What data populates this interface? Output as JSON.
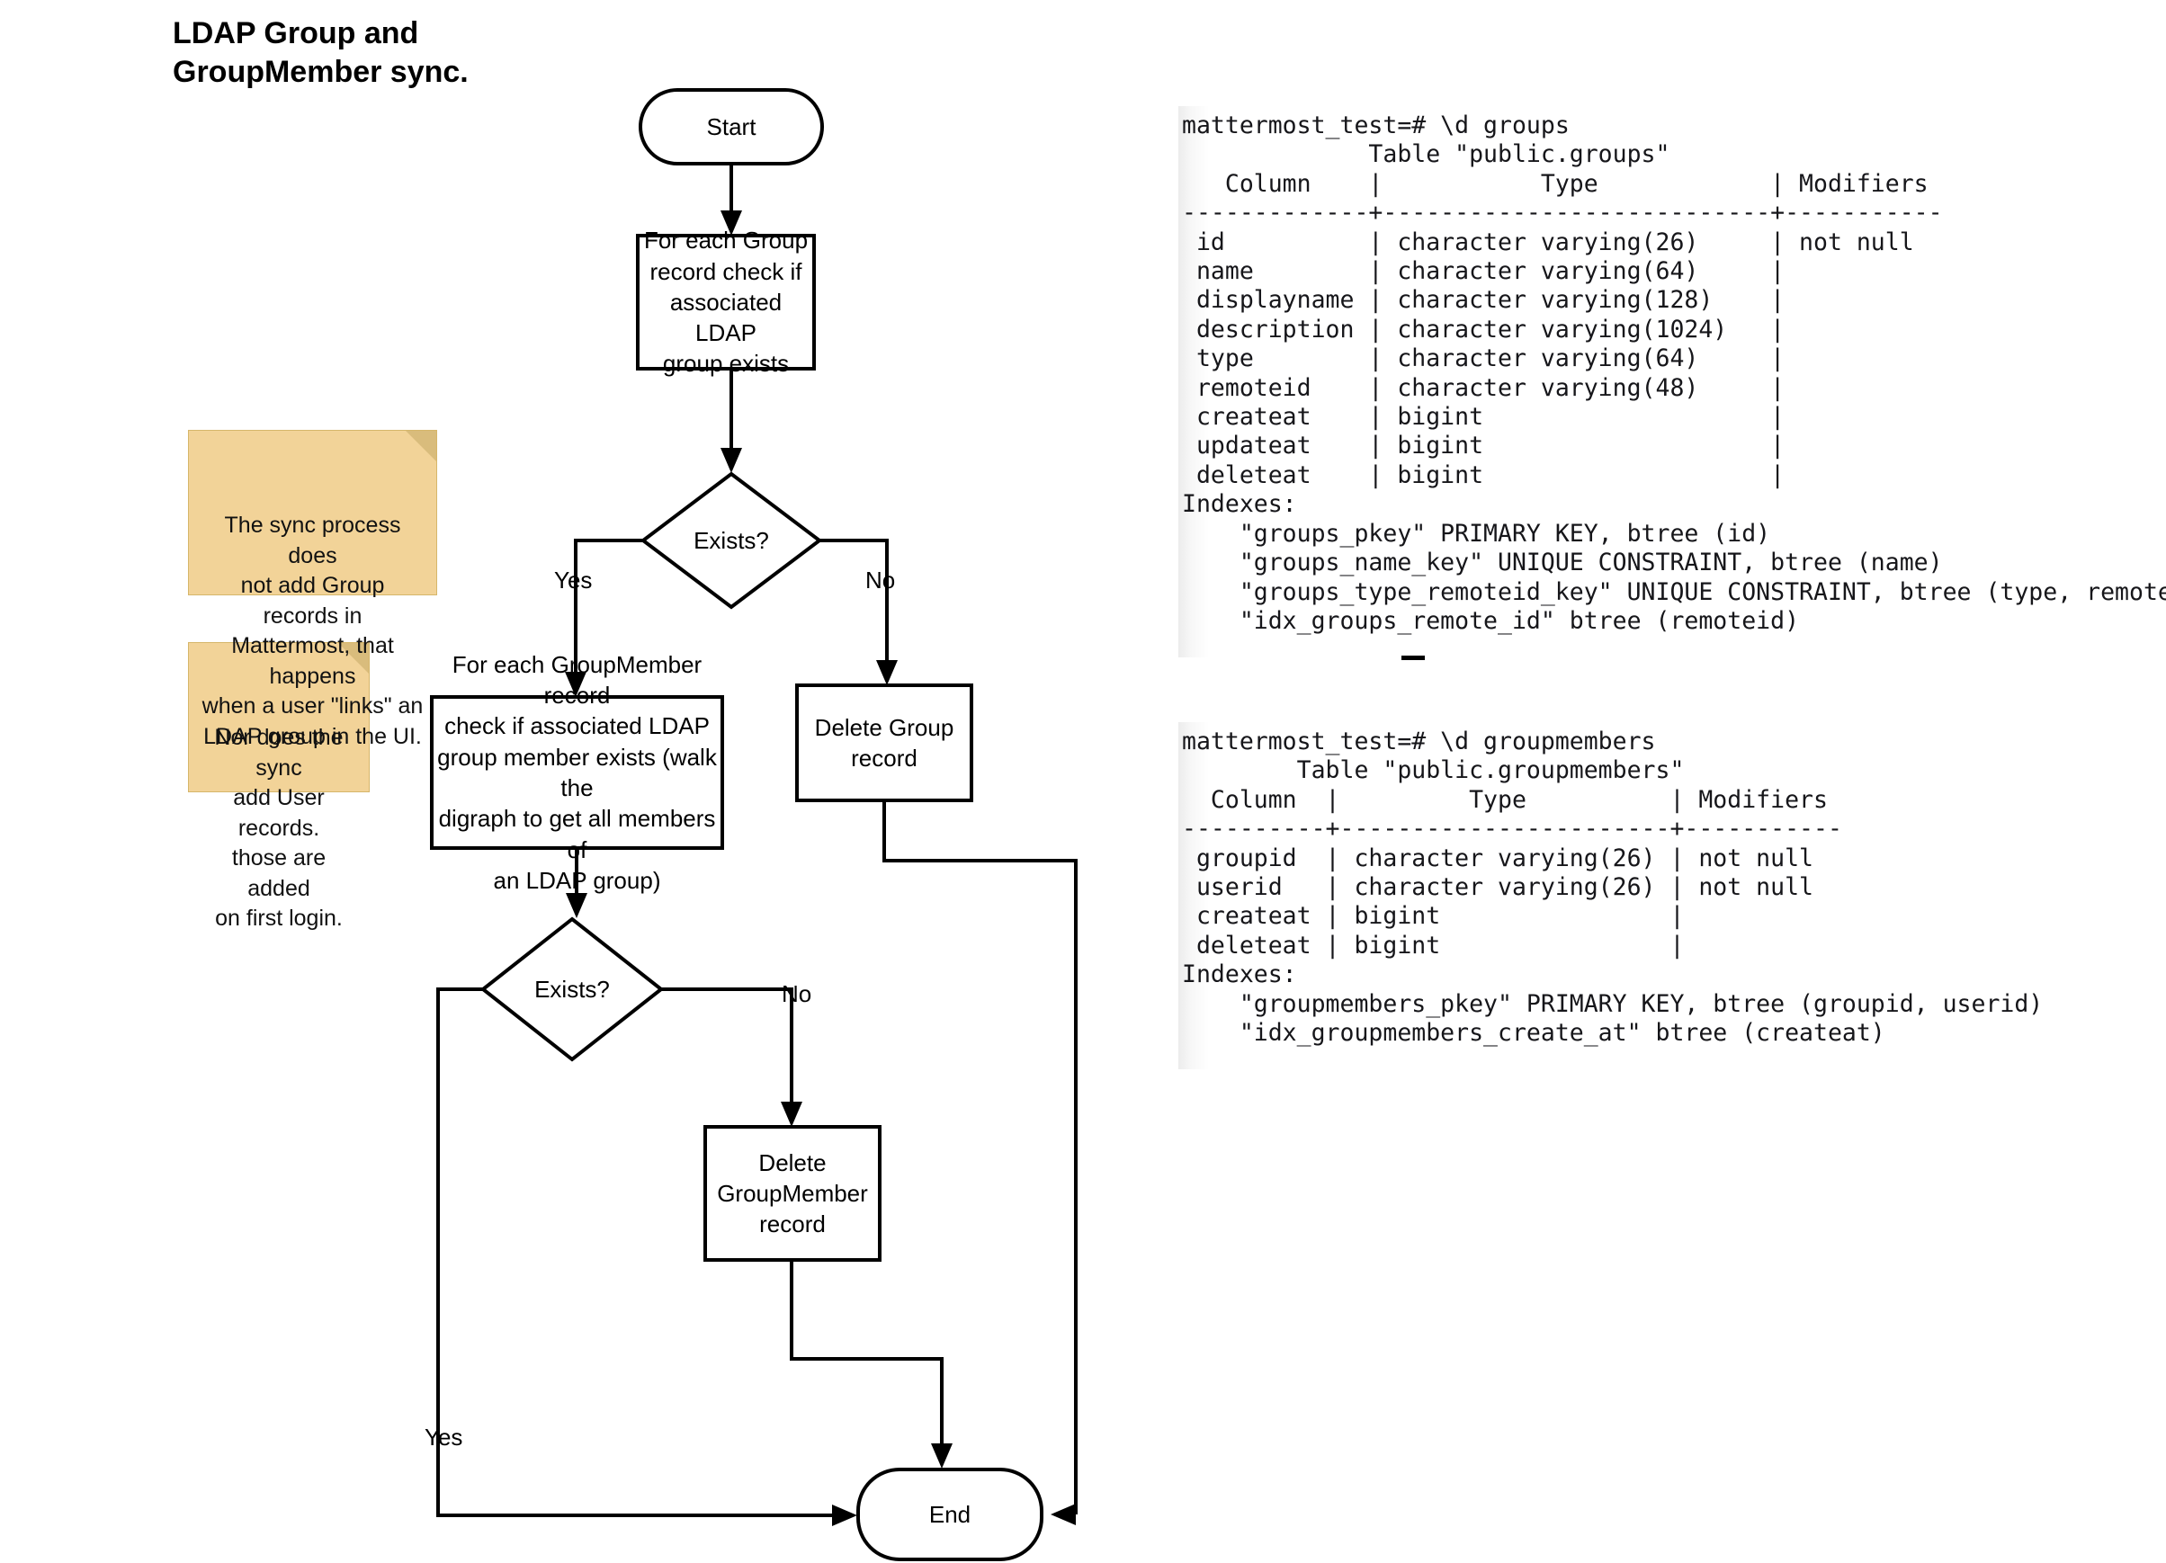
{
  "title": "LDAP Group and\nGroupMember sync.",
  "flowchart": {
    "nodes": {
      "start": {
        "label": "Start",
        "shape": "terminator"
      },
      "check_group": {
        "label": "For each Group\nrecord check if\nassociated LDAP\ngroup exists",
        "shape": "process"
      },
      "exists_group": {
        "label": "Exists?",
        "shape": "decision"
      },
      "check_groupmember": {
        "label": "For each GroupMember record\ncheck if associated LDAP\ngroup member exists (walk the\ndigraph to get all members of\nan LDAP group)",
        "shape": "process"
      },
      "delete_group": {
        "label": "Delete Group\nrecord",
        "shape": "process"
      },
      "exists_member": {
        "label": "Exists?",
        "shape": "decision"
      },
      "delete_groupmember": {
        "label": "Delete\nGroupMember\nrecord",
        "shape": "process"
      },
      "end": {
        "label": "End",
        "shape": "terminator"
      }
    },
    "edge_labels": {
      "group_yes": "Yes",
      "group_no": "No",
      "member_no": "No",
      "member_yes": "Yes"
    }
  },
  "notes": [
    {
      "text": "The sync process does\nnot add Group records in\nMattermost, that happens\nwhen a user \"links\" an\nLDAP group in the UI."
    },
    {
      "text": "Nor does the sync\nadd User records.\nthose are added\non first login."
    }
  ],
  "terminals": [
    {
      "name": "groups-table",
      "text": "mattermost_test=# \\d groups\n             Table \"public.groups\"\n   Column    |           Type            | Modifiers\n-------------+---------------------------+-----------\n id          | character varying(26)     | not null\n name        | character varying(64)     |\n displayname | character varying(128)    |\n description | character varying(1024)   |\n type        | character varying(64)     |\n remoteid    | character varying(48)     |\n createat    | bigint                    |\n updateat    | bigint                    |\n deleteat    | bigint                    |\nIndexes:\n    \"groups_pkey\" PRIMARY KEY, btree (id)\n    \"groups_name_key\" UNIQUE CONSTRAINT, btree (name)\n    \"groups_type_remoteid_key\" UNIQUE CONSTRAINT, btree (type, remoteid)\n    \"idx_groups_remote_id\" btree (remoteid)"
    },
    {
      "name": "groupmembers-table",
      "text": "mattermost_test=# \\d groupmembers\n        Table \"public.groupmembers\"\n  Column  |         Type          | Modifiers\n----------+-----------------------+-----------\n groupid  | character varying(26) | not null\n userid   | character varying(26) | not null\n createat | bigint                |\n deleteat | bigint                |\nIndexes:\n    \"groupmembers_pkey\" PRIMARY KEY, btree (groupid, userid)\n    \"idx_groupmembers_create_at\" btree (createat)"
    }
  ],
  "colors": {
    "sticky_fill": "#f2d398",
    "sticky_fold": "#d9bc7c",
    "stroke": "#000000",
    "background": "#ffffff"
  }
}
